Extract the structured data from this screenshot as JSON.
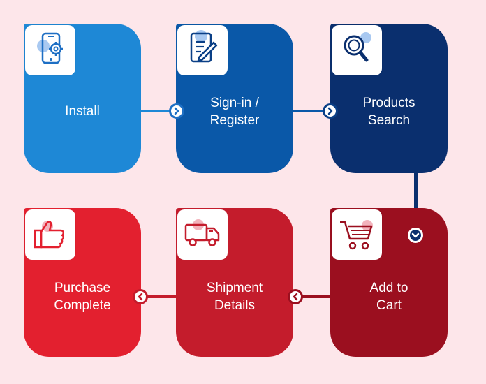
{
  "steps": [
    {
      "label": "Install",
      "icon": "phone-gear-icon",
      "color": "#1e88d6"
    },
    {
      "label": "Sign-in /\nRegister",
      "icon": "document-pen-icon",
      "color": "#0a58a8"
    },
    {
      "label": "Products\nSearch",
      "icon": "magnifier-icon",
      "color": "#0a2f6e"
    },
    {
      "label": "Add to\nCart",
      "icon": "shopping-cart-icon",
      "color": "#9b0f1f"
    },
    {
      "label": "Shipment\nDetails",
      "icon": "delivery-truck-icon",
      "color": "#c41c2c"
    },
    {
      "label": "Purchase\nComplete",
      "icon": "thumbs-up-icon",
      "color": "#e3202f"
    }
  ],
  "colors": {
    "background": "#fde6ea",
    "blue_line": "#1e6fc4",
    "red_line": "#b81929"
  }
}
